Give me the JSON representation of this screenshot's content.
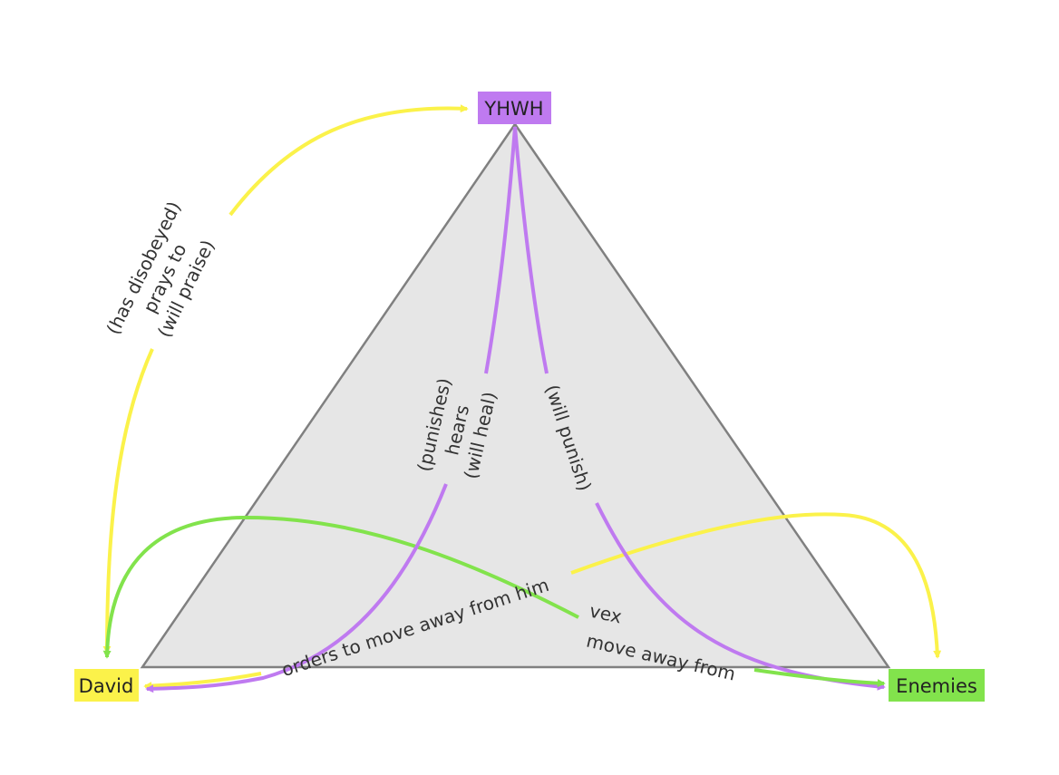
{
  "colors": {
    "background": "#ffffff",
    "triangle_fill": "#e6e6e6",
    "triangle_stroke": "#808080",
    "yhwh": "#bf7af0",
    "david": "#fbf24a",
    "enemies": "#82e34c",
    "arrow_yellow": "#fbf24a",
    "arrow_purple": "#bf7af0",
    "arrow_green": "#82e34c",
    "text": "#333333"
  },
  "nodes": {
    "yhwh": "YHWH",
    "david": "David",
    "enemies": "Enemies"
  },
  "edges": {
    "david_to_yhwh": [
      "(has disobeyed)",
      "prays to",
      "(will praise)"
    ],
    "yhwh_to_david": [
      "(punishes)",
      "hears",
      "(will heal)"
    ],
    "yhwh_to_enemies": [
      "(will punish)"
    ],
    "david_to_enemies": "orders to move away from him",
    "enemies_to_david": "vex",
    "enemies_move": "move away from"
  }
}
